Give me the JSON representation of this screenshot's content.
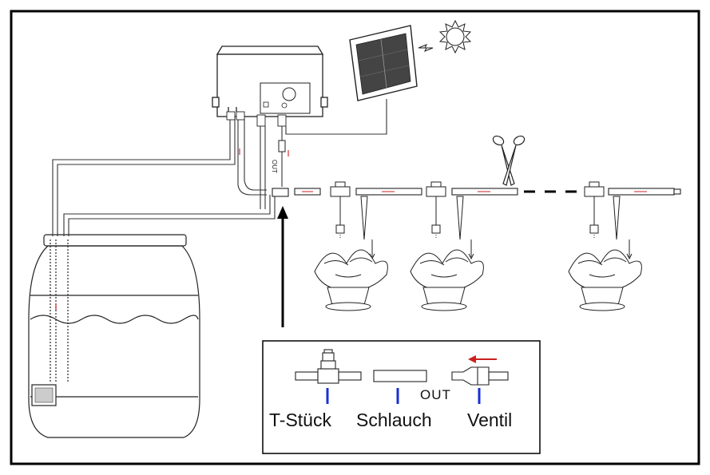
{
  "labels": {
    "out_small": "OUT",
    "out_legend": "OUT",
    "tee": "T-Stück",
    "hose": "Schlauch",
    "valve": "Ventil"
  },
  "colors": {
    "line": "#222222",
    "flow_arrow": "#cc1f1f",
    "legend_marker": "#1a2fd6",
    "frame": "#000000"
  },
  "icons": [
    "control-box",
    "solar-panel",
    "sun-icon",
    "scissors-icon",
    "water-barrel",
    "pump",
    "potted-plant",
    "tee-fitting",
    "check-valve",
    "hose-segment"
  ]
}
